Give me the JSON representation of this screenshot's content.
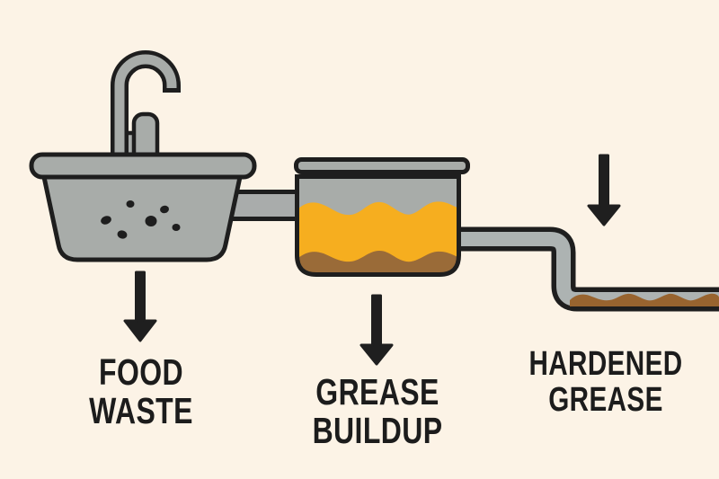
{
  "diagram": {
    "labels": {
      "food_waste": {
        "line1": "FOOD",
        "line2": "WASTE"
      },
      "grease_buildup": {
        "line1": "GREASE",
        "line2": "BUILDUP"
      },
      "hardened_grease": {
        "line1": "HARDENED",
        "line2": "GREASE"
      }
    },
    "colors": {
      "background": "#FCF3E6",
      "outline": "#1E1E1E",
      "metal_gray": "#A8ACA9",
      "pipe_gray": "#ADB3B2",
      "grease_yellow": "#F6AE1F",
      "sediment_brown": "#9A6B38",
      "hardened_grease_brown": "#98642F",
      "label_text": "#1C1C1C"
    }
  }
}
